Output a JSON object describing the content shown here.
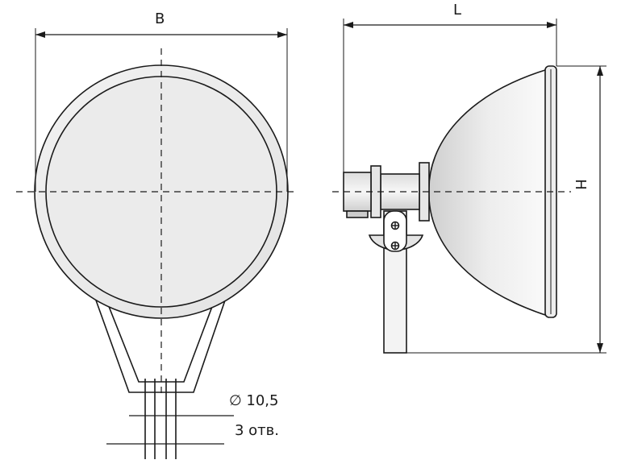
{
  "labels": {
    "width": "B",
    "length": "L",
    "height": "H",
    "hole_diameter": "∅ 10,5",
    "hole_count": "3 отв."
  },
  "colors": {
    "line": "#1a1a1a",
    "shade_light": "#f4f4f4",
    "shade_dark": "#cfcfcf"
  }
}
